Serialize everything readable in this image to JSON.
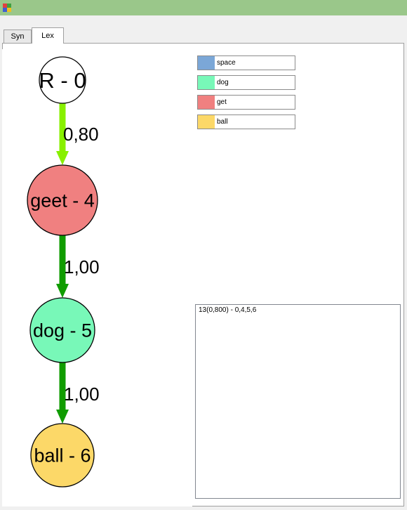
{
  "tabs": [
    {
      "label": "Syn",
      "active": false
    },
    {
      "label": "Lex",
      "active": true
    }
  ],
  "graph": {
    "nodes": [
      {
        "id": "r0",
        "label": "R - 0",
        "color": "#ffffff"
      },
      {
        "id": "geet4",
        "label": "geet - 4",
        "color": "#f08080"
      },
      {
        "id": "dog5",
        "label": "dog - 5",
        "color": "#78f8b8"
      },
      {
        "id": "ball6",
        "label": "ball - 6",
        "color": "#fcd868"
      }
    ],
    "edges": [
      {
        "from": "r0",
        "to": "geet4",
        "weight": "0,80",
        "color": "#88f000"
      },
      {
        "from": "geet4",
        "to": "dog5",
        "weight": "1,00",
        "color": "#109c00"
      },
      {
        "from": "dog5",
        "to": "ball6",
        "weight": "1,00",
        "color": "#109c00"
      }
    ]
  },
  "legend": [
    {
      "label": "space",
      "color": "#7ba7d7"
    },
    {
      "label": "dog",
      "color": "#78f8b8"
    },
    {
      "label": "get",
      "color": "#f08080"
    },
    {
      "label": "ball",
      "color": "#fcd868"
    }
  ],
  "output_text": "13(0,800) - 0,4,5,6"
}
